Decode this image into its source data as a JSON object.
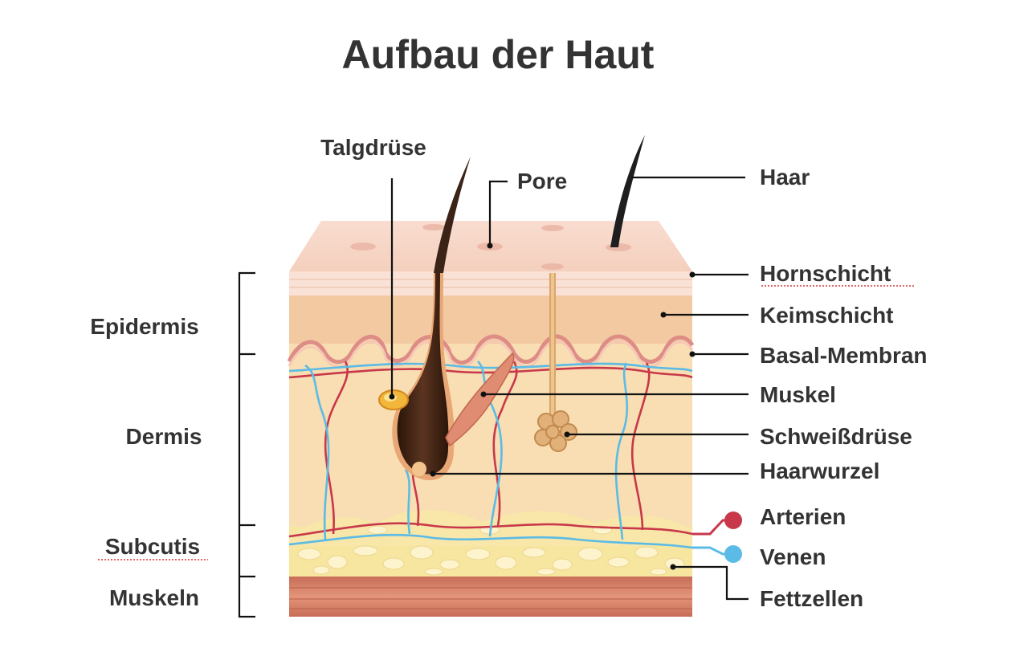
{
  "title": "Aufbau der Haut",
  "labels_left": {
    "epidermis": "Epidermis",
    "dermis": "Dermis",
    "subcutis": "Subcutis",
    "muskeln": "Muskeln"
  },
  "labels_top": {
    "talgdruese": "Talgdrüse",
    "pore": "Pore",
    "haar": "Haar"
  },
  "labels_right": {
    "hornschicht": "Hornschicht",
    "keimschicht": "Keimschicht",
    "basal_membran": "Basal-Membran",
    "muskel": "Muskel",
    "schweissdruese": "Schweißdrüse",
    "haarwurzel": "Haarwurzel",
    "arterien": "Arterien",
    "venen": "Venen",
    "fettzellen": "Fettzellen"
  },
  "colors": {
    "artery": "#c8384a",
    "vein": "#5bbbe6",
    "horn_layer": "#f7d6c6",
    "keim_layer": "#f3c9a2",
    "dermis": "#f7ddb0",
    "fat": "#f7e7a6",
    "muscle": "#d9856a"
  }
}
